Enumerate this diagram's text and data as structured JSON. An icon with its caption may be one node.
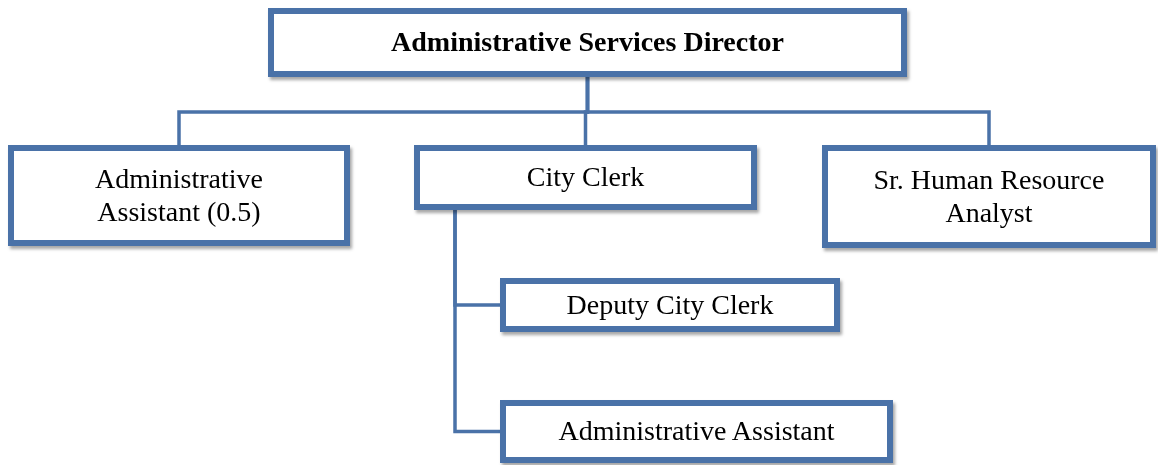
{
  "diagram": {
    "nodes": [
      {
        "text": [
          "Administrative Services Director"
        ]
      },
      {
        "text": [
          "Administrative Assistant (0.5)"
        ]
      },
      {
        "text": [
          "City Clerk"
        ]
      },
      {
        "text": [
          "Sr. Human Resource Analyst"
        ]
      },
      {
        "text": [
          "Deputy City Clerk"
        ]
      },
      {
        "text": [
          "Administrative Assistant"
        ]
      }
    ],
    "edges": [
      {
        "from": 0,
        "to": 1,
        "arrow": "none"
      },
      {
        "from": 0,
        "to": 2,
        "arrow": "none"
      },
      {
        "from": 0,
        "to": 3,
        "arrow": "none"
      },
      {
        "from": 2,
        "to": 4,
        "arrow": "none"
      },
      {
        "from": 2,
        "to": 5,
        "arrow": "none"
      }
    ]
  }
}
